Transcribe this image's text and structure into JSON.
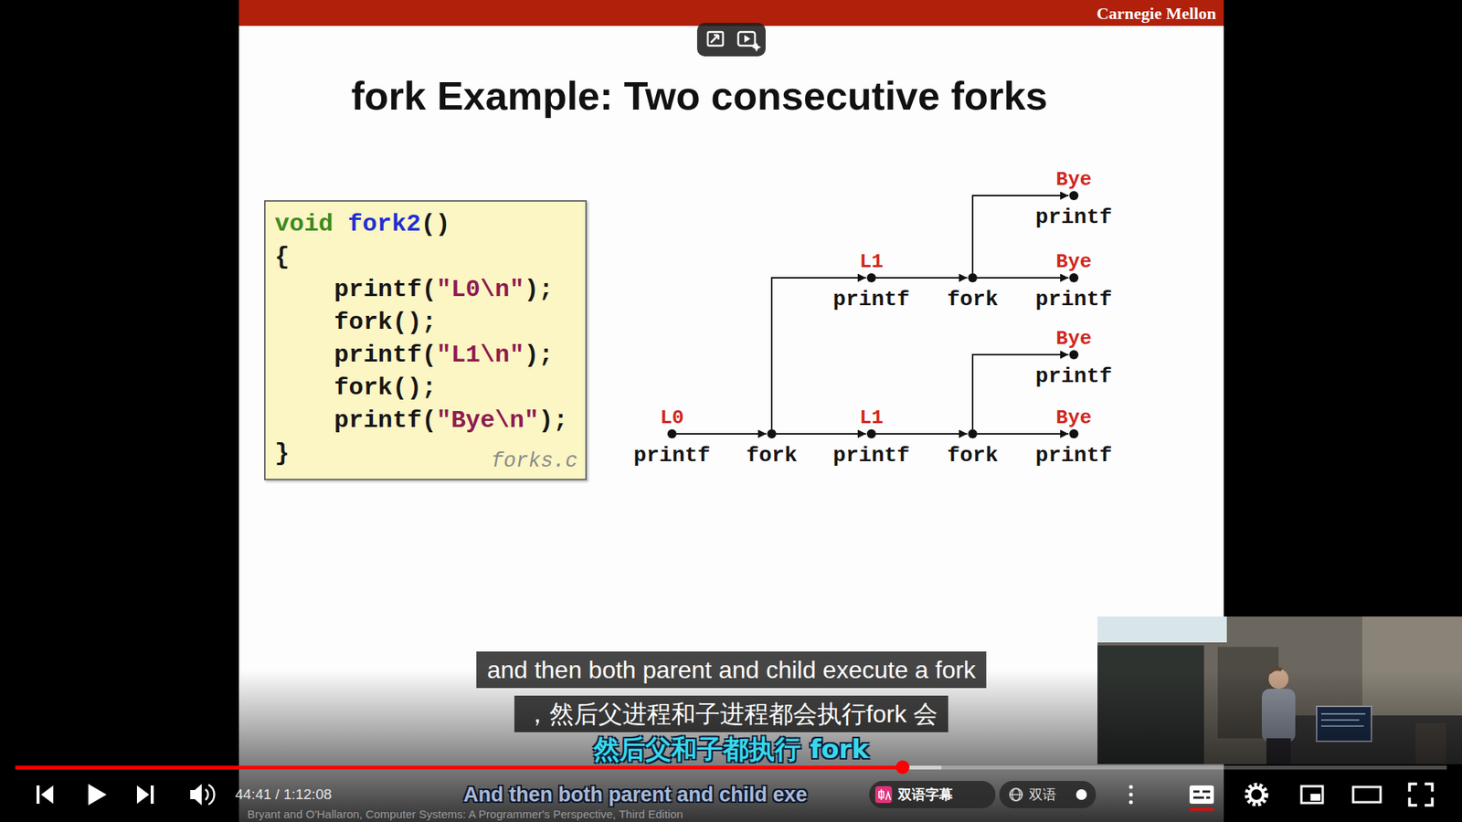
{
  "diagram": {
    "title": "fork Example: Two consecutive forks",
    "nodes": [
      {
        "text": [
          "void fork2()",
          "{",
          "printf(\"L0\\n\");",
          "fork();",
          "printf(\"L1\\n\");",
          "fork();",
          "printf(\"Bye\\n\");",
          "}",
          "forks.c"
        ]
      },
      {
        "text": [
          "L0",
          "printf"
        ]
      },
      {
        "text": [
          "fork"
        ]
      },
      {
        "text": [
          "L1",
          "printf"
        ]
      },
      {
        "text": [
          "fork"
        ]
      },
      {
        "text": [
          "Bye",
          "printf"
        ]
      },
      {
        "text": [
          "L1",
          "printf"
        ]
      },
      {
        "text": [
          "fork"
        ]
      },
      {
        "text": [
          "Bye",
          "printf"
        ]
      },
      {
        "text": [
          "Bye",
          "printf"
        ]
      },
      {
        "text": [
          "Bye",
          "printf"
        ]
      }
    ],
    "edges": [
      {
        "from": 1,
        "to": 2,
        "arrow": "to"
      },
      {
        "from": 2,
        "to": 3,
        "arrow": "to"
      },
      {
        "from": 3,
        "to": 4,
        "arrow": "to"
      },
      {
        "from": 4,
        "to": 5,
        "arrow": "to"
      },
      {
        "from": 2,
        "to": 6,
        "arrow": "to"
      },
      {
        "from": 6,
        "to": 7,
        "arrow": "to"
      },
      {
        "from": 7,
        "to": 8,
        "arrow": "to"
      },
      {
        "from": 7,
        "to": 9,
        "arrow": "to"
      },
      {
        "from": 4,
        "to": 10,
        "arrow": "to"
      }
    ],
    "labels": [
      "Carnegie Mellon",
      "and then both parent and child execute a fork",
      "，然后父进程和子进程都会执行fork 会",
      "然后父和子都执行 fork",
      "44:41 / 1:12:08",
      "And then both parent and child exe",
      "双语字幕",
      "双语",
      "Bryant and O'Hallaron, Computer Systems: A Programmer's Perspective, Third Edition"
    ]
  }
}
